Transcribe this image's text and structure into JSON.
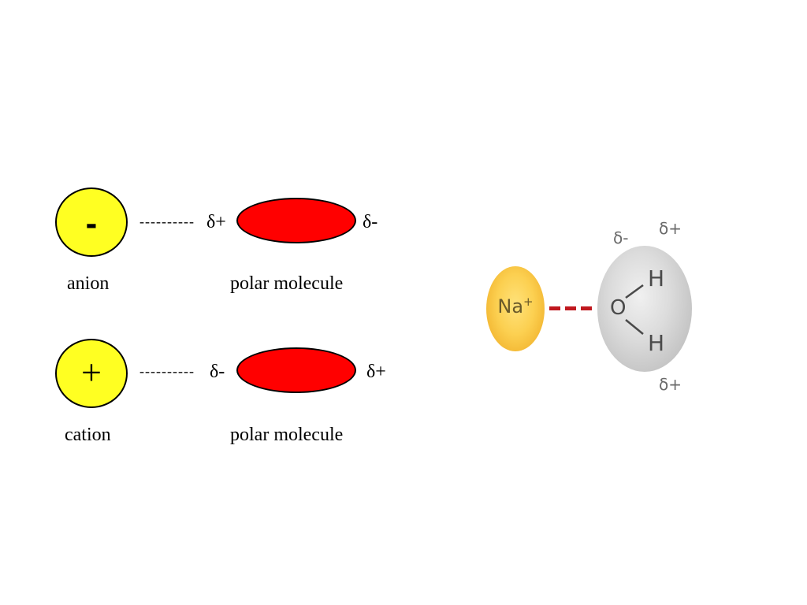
{
  "left_diagram": {
    "row1": {
      "ion_sign": "-",
      "dashes": "----------",
      "delta_left": "δ+",
      "delta_right": "δ-",
      "ion_caption": "anion",
      "molecule_caption": "polar molecule"
    },
    "row2": {
      "ion_sign": "+",
      "dashes": "----------",
      "delta_left": "δ-",
      "delta_right": "δ+",
      "ion_caption": "cation",
      "molecule_caption": "polar molecule"
    }
  },
  "right_diagram": {
    "ion_symbol": "Na",
    "ion_charge": "+",
    "oxygen": "O",
    "hydrogen_top": "H",
    "hydrogen_bottom": "H",
    "delta_oxygen": "δ-",
    "delta_h_top": "δ+",
    "delta_h_bottom": "δ+"
  },
  "colors": {
    "ion_fill": "#ffff22",
    "polar_fill": "#ff0000",
    "na_fill": "#fcd051",
    "water_fill": "#cccccc",
    "bond": "#c0181e"
  }
}
